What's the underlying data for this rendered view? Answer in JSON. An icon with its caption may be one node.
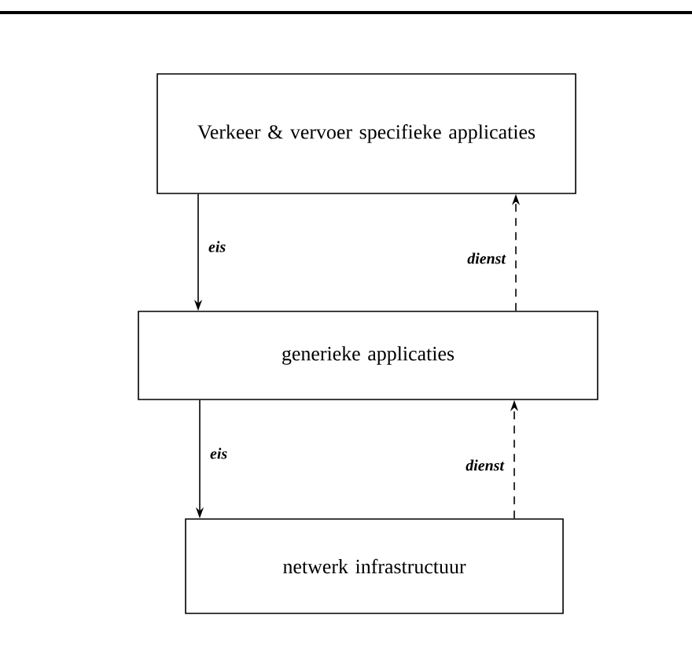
{
  "diagram": {
    "nodes": [
      {
        "text": [
          "Verkeer & vervoer specifieke applicaties"
        ]
      },
      {
        "text": [
          "generieke applicaties"
        ]
      },
      {
        "text": [
          "netwerk infrastructuur"
        ]
      }
    ],
    "edges": [
      {
        "from": 0,
        "to": 1,
        "arrow": "to",
        "label": "eis"
      },
      {
        "from": 1,
        "to": 0,
        "arrow": "to",
        "label": "dienst",
        "style": "dashed"
      },
      {
        "from": 1,
        "to": 2,
        "arrow": "to",
        "label": "eis"
      },
      {
        "from": 2,
        "to": 1,
        "arrow": "to",
        "label": "dienst",
        "style": "dashed"
      }
    ]
  }
}
